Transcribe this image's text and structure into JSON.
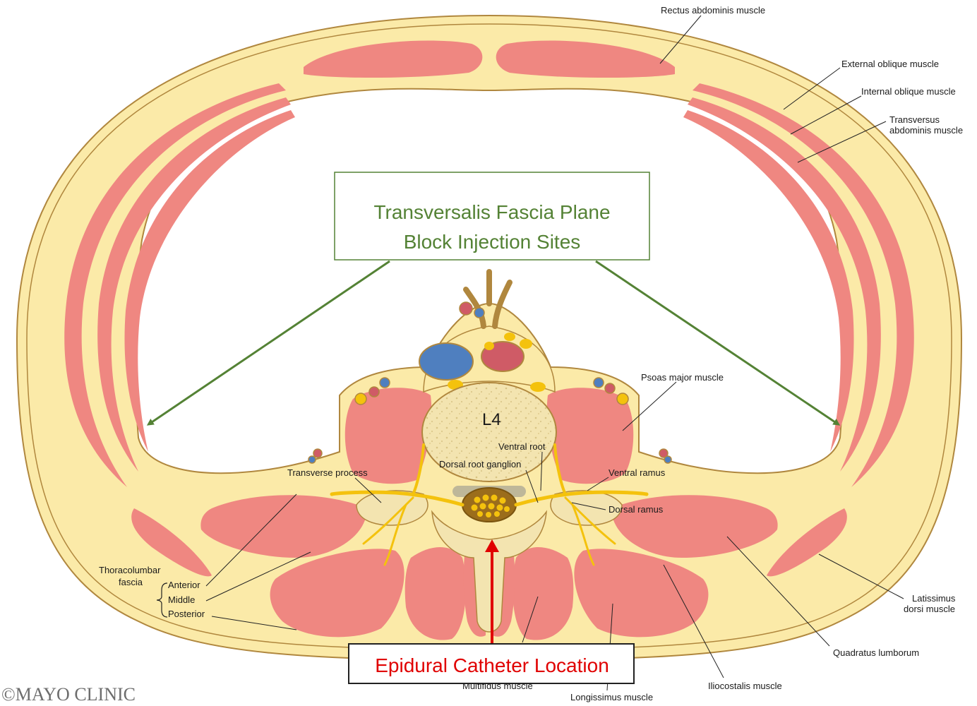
{
  "vertebra_label": "L4",
  "callouts": {
    "tfp_line1": "Transversalis Fascia Plane",
    "tfp_line2": "Block Injection Sites",
    "epidural": "Epidural Catheter Location"
  },
  "labels": {
    "rectus": "Rectus abdominis muscle",
    "external_oblique": "External oblique muscle",
    "internal_oblique": "Internal oblique muscle",
    "transversus_1": "Transversus",
    "transversus_2": "abdominis muscle",
    "psoas": "Psoas major muscle",
    "ventral_root": "Ventral root",
    "drg": "Dorsal root ganglion",
    "ventral_ramus": "Ventral ramus",
    "dorsal_ramus": "Dorsal ramus",
    "transverse_process": "Transverse process",
    "tlf_1": "Thoracolumbar",
    "tlf_2": "fascia",
    "anterior": "Anterior",
    "middle": "Middle",
    "posterior": "Posterior",
    "latissimus_1": "Latissimus",
    "latissimus_2": "dorsi muscle",
    "quadratus": "Quadratus lumborum",
    "iliocostalis": "Iliocostalis muscle",
    "multifidus": "Multifidus muscle",
    "longissimus": "Longissimus muscle"
  },
  "copyright": "©MAYO CLINIC",
  "colors": {
    "fat": "#fbeaa8",
    "fascia_line": "#b0873e",
    "muscle": "#ef8781",
    "bone": "#f2e2ab",
    "nerve": "#f4c20d",
    "vein": "#4f7fbf",
    "artery": "#cf5b66",
    "tfp_accent": "#548235",
    "epidural_accent": "#e00000"
  }
}
